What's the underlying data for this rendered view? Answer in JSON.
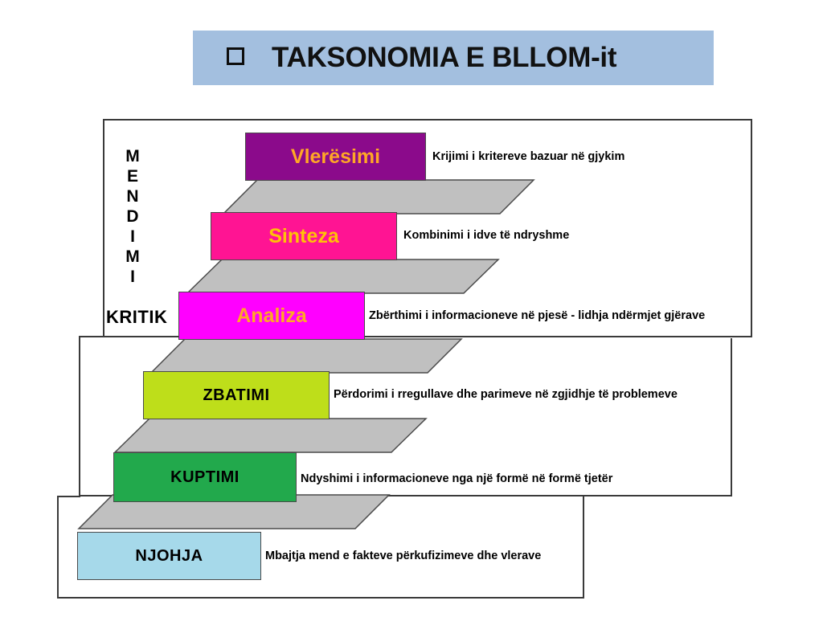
{
  "title": {
    "bullet_icon": "square-bullet-icon",
    "text": "TAKSONOMIA E BLLOM-it",
    "bar_color": "#a3bfdf"
  },
  "side_labels": {
    "vertical_word": "MENDIMI",
    "vertical_letters": [
      "M",
      "E",
      "N",
      "D",
      "I",
      "M",
      "I"
    ],
    "horizontal_word": "KRITIK"
  },
  "diagram": {
    "type": "staircase",
    "tread_color": "#c0c0c0",
    "steps": [
      {
        "id": "vleresimi",
        "label": "Vlerësimi",
        "description": "Krijimi i kritereve bazuar në gjykim",
        "fill": "#8b0a8b",
        "text_color": "#ffa726",
        "level": 6
      },
      {
        "id": "sinteza",
        "label": "Sinteza",
        "description": "Kombinimi i idve të ndryshme",
        "fill": "#ff1493",
        "text_color": "#ffc107",
        "level": 5
      },
      {
        "id": "analiza",
        "label": "Analiza",
        "description": "Zbërthimi i informacioneve në pjesë - lidhja ndërmjet gjërave",
        "fill": "#ff00ff",
        "text_color": "#ffa726",
        "level": 4
      },
      {
        "id": "zbatimi",
        "label": "ZBATIMI",
        "description": "Përdorimi i rregullave dhe parimeve në zgjidhje të problemeve",
        "fill": "#bede1a",
        "text_color": "#000000",
        "level": 3
      },
      {
        "id": "kuptimi",
        "label": "KUPTIMI",
        "description": "Ndyshimi i informacioneve nga një formë në formë tjetër",
        "fill": "#22a94c",
        "text_color": "#000000",
        "level": 2
      },
      {
        "id": "njohja",
        "label": "NJOHJA",
        "description": "Mbajtja mend e fakteve përkufizimeve dhe vlerave",
        "fill": "#a6d9ea",
        "text_color": "#000000",
        "level": 1
      }
    ]
  }
}
